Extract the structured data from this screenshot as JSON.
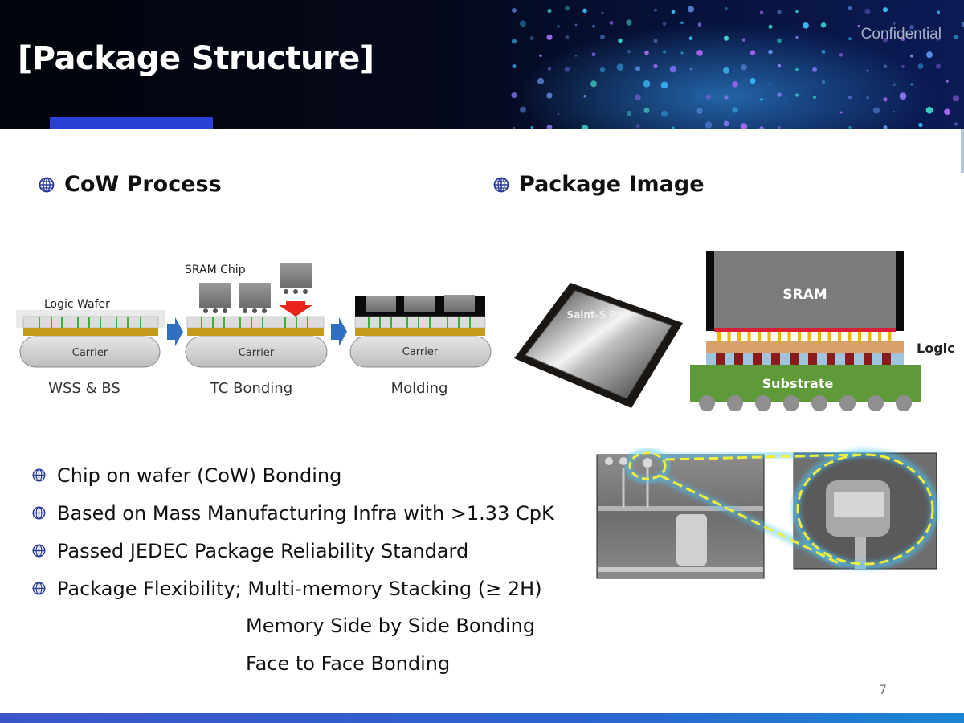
{
  "header": {
    "title": "[Package Structure]",
    "confidential": "Confidential"
  },
  "sections": {
    "cow_process": "CoW Process",
    "package_image": "Package Image"
  },
  "cow_diagram": {
    "logic_wafer": "Logic Wafer",
    "sram_chip": "SRAM Chip",
    "carrier": "Carrier",
    "steps": [
      "WSS & BS",
      "TC Bonding",
      "Molding"
    ]
  },
  "package_diagram": {
    "pkg_photo_label": "Saint-S PKG",
    "sram": "SRAM",
    "logic": "Logic",
    "substrate": "Substrate"
  },
  "bullets": [
    "Chip on wafer (CoW) Bonding",
    "Based on Mass Manufacturing Infra with >1.33 CpK",
    "Passed JEDEC Package Reliability Standard",
    "Package Flexibility; Multi-memory Stacking (≥ 2H)"
  ],
  "flex_continuation": [
    "Memory Side by Side Bonding",
    "Face to Face Bonding"
  ],
  "page_number": "7",
  "colors": {
    "accent_bar": "#2a3fd6",
    "carrier_fill": "#d4d4d4",
    "substrate_green": "#5e9a3a",
    "arrow_blue": "#2f6fbf",
    "arrow_red": "#e8241b",
    "highlight_yellow": "#f2ee3a"
  }
}
